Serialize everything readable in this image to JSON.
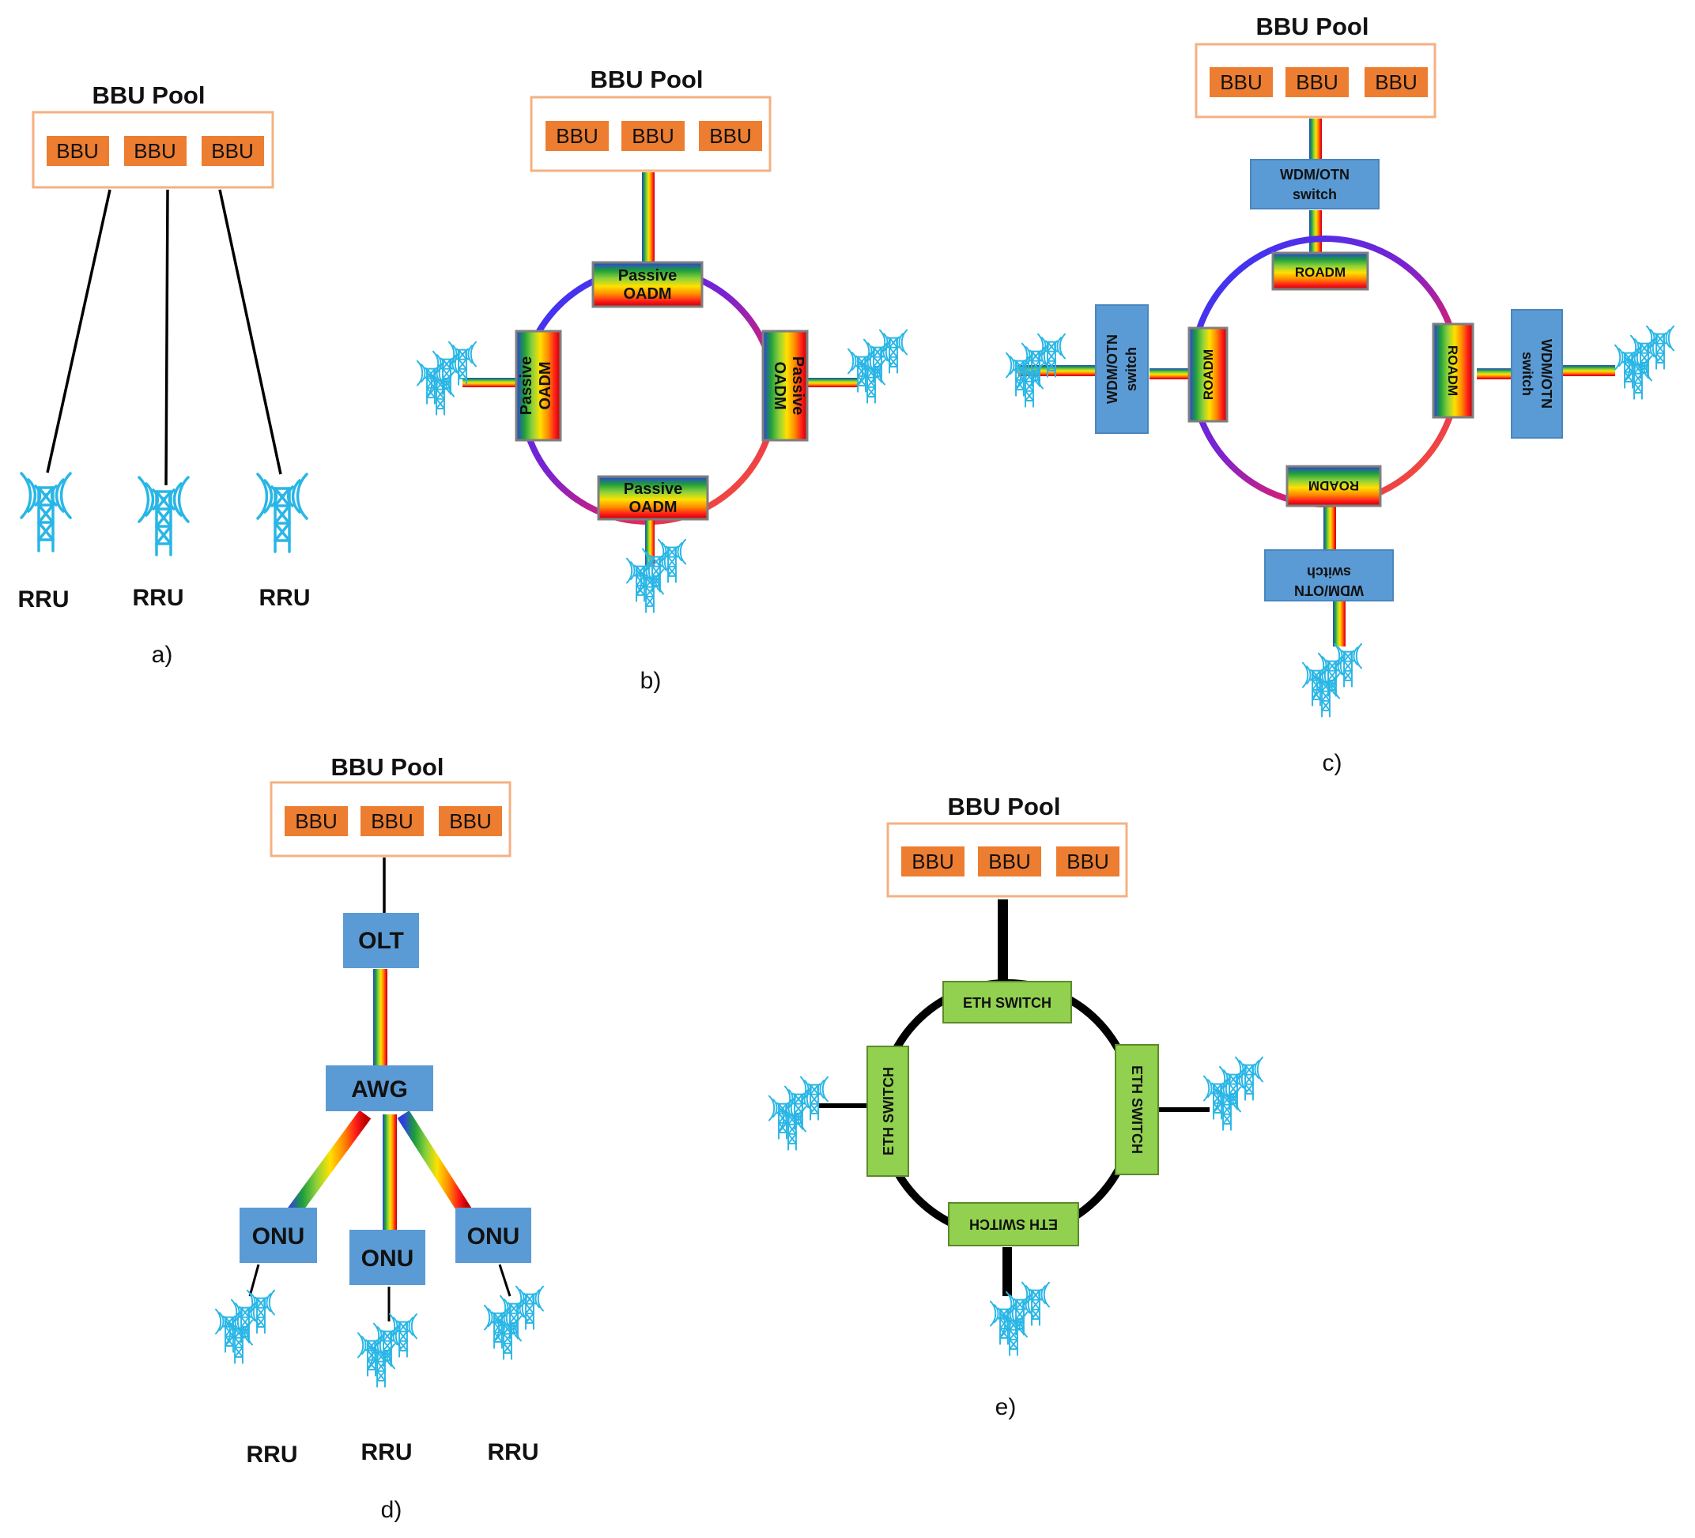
{
  "panel_a": {
    "pool_title": "BBU Pool",
    "bbu_labels": [
      "BBU",
      "BBU",
      "BBU"
    ],
    "rru_labels": [
      "RRU",
      "RRU",
      "RRU"
    ],
    "caption": "a)"
  },
  "panel_b": {
    "pool_title": "BBU Pool",
    "bbu_labels": [
      "BBU",
      "BBU",
      "BBU"
    ],
    "oadm_labels": [
      [
        "Passive",
        "OADM"
      ],
      [
        "Passive",
        "OADM"
      ],
      [
        "Passive",
        "OADM"
      ],
      [
        "Passive",
        "OADM"
      ]
    ],
    "caption": "b)"
  },
  "panel_c": {
    "pool_title": "BBU Pool",
    "bbu_labels": [
      "BBU",
      "BBU",
      "BBU"
    ],
    "roadm_labels": [
      "ROADM",
      "ROADM",
      "ROADM",
      "ROADM"
    ],
    "switch_labels": [
      [
        "WDM/OTN",
        "switch"
      ],
      [
        "WDM/OTN",
        "switch"
      ],
      [
        "WDM/OTN",
        "switch"
      ],
      [
        "WDM/OTN",
        "switch"
      ]
    ],
    "caption": "c)"
  },
  "panel_d": {
    "pool_title": "BBU Pool",
    "bbu_labels": [
      "BBU",
      "BBU",
      "BBU"
    ],
    "olt_label": "OLT",
    "awg_label": "AWG",
    "onu_labels": [
      "ONU",
      "ONU",
      "ONU"
    ],
    "rru_labels": [
      "RRU",
      "RRU",
      "RRU"
    ],
    "caption": "d)"
  },
  "panel_e": {
    "pool_title": "BBU Pool",
    "bbu_labels": [
      "BBU",
      "BBU",
      "BBU"
    ],
    "switch_labels": [
      "ETH SWITCH",
      "ETH SWITCH",
      "ETH SWITCH",
      "ETH SWITCH"
    ],
    "caption": "e)"
  },
  "colors": {
    "bbu_fill": "#ED7D31",
    "pool_border": "#F4B183",
    "node_fill": "#5B9BD5",
    "eth_fill": "#92D050",
    "antenna": "#29B6E6",
    "line": "#000000"
  },
  "icons": [
    "antenna-tower-icon"
  ]
}
